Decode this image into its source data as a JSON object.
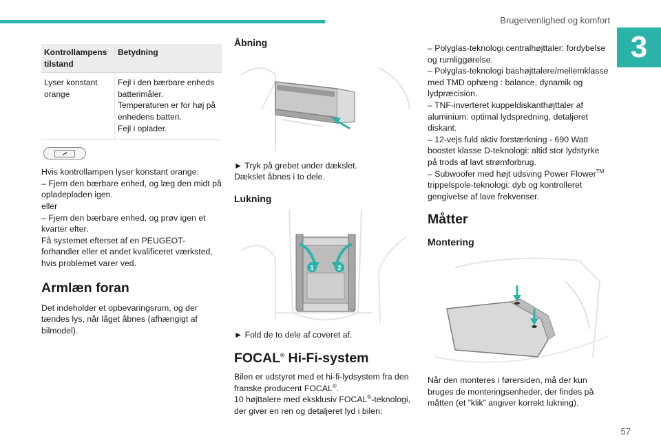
{
  "header": {
    "section_title": "Brugervenlighed og komfort",
    "chapter_number": "3",
    "page_number": "57"
  },
  "colors": {
    "accent": "#2bb3aa",
    "arrow": "#2bb3aa"
  },
  "col1": {
    "table": {
      "headers": [
        "Kontrollampens tilstand",
        "Betydning"
      ],
      "rows": [
        {
          "state": "Lyser konstant orange",
          "meaning": [
            "Fejl i den bærbare enheds batterimåler.",
            "Temperaturen er for høj på enhedens batteri.",
            "Fejl i oplader."
          ]
        }
      ]
    },
    "indicator_icon": "charging-warning-icon",
    "paragraph1": [
      "Hvis kontrollampen lyser konstant orange:",
      "– Fjern den bærbare enhed, og læg den midt på opladepladen igen.",
      "eller",
      "– Fjern den bærbare enhed, og prøv igen et kvarter efter.",
      "Få systemet efterset af en PEUGEOT-forhandler eller et andet kvalificeret værksted, hvis problemet varer ved."
    ],
    "armrest_title": "Armlæn foran",
    "armrest_text": "Det indeholder et opbevaringsrum, og der tændes lys, når låget åbnes (afhængigt af bilmodel)."
  },
  "col2": {
    "opening_title": "Åbning",
    "opening_text": [
      "► Tryk på grebet under dækslet.",
      "Dækslet åbnes i to dele."
    ],
    "closing_title": "Lukning",
    "closing_labels": [
      "1",
      "2"
    ],
    "closing_text": "► Fold de to dele af coveret af.",
    "focal_title": "FOCAL",
    "focal_reg": "®",
    "focal_title_rest": " Hi-Fi-system",
    "focal_p1a": "Bilen er udstyret med et hi-fi-lydsystem fra den franske producent FOCAL",
    "focal_p1b": "®",
    "focal_p1c": ".",
    "focal_p2a": "10 højttalere med eksklusiv FOCAL",
    "focal_p2b": "®",
    "focal_p2c": "-teknologi, der giver en ren og detaljeret lyd i bilen:"
  },
  "col3": {
    "list": [
      "– Polyglas-teknologi centralhøjttaler: fordybelse og rumliggørelse.",
      "– Polyglas-teknologi bashøjttalere/mellemklasse med TMD ophæng : balance, dynamik og lydpræcision.",
      "– TNF-inverteret kuppeldiskanthøjttaler af aluminium: optimal lydspredning, detaljeret diskant.",
      "– 12-vejs fuld aktiv forstærkning - 690 Watt boostet klasse D-teknologi: altid stor lydstyrke på trods af lavt strømforbrug."
    ],
    "subwoofer_a": "– Subwoofer med højt udsving Power Flower",
    "subwoofer_tm": "TM",
    "subwoofer_b": " trippelspole-teknologi: dyb og kontrolleret gengivelse af lave frekvenser.",
    "mats_title": "Måtter",
    "mounting_title": "Montering",
    "mounting_text": "Når den monteres i førersiden, må der kun bruges de monteringsenheder, der findes på måtten (et ”klik” angiver korrekt lukning)."
  }
}
